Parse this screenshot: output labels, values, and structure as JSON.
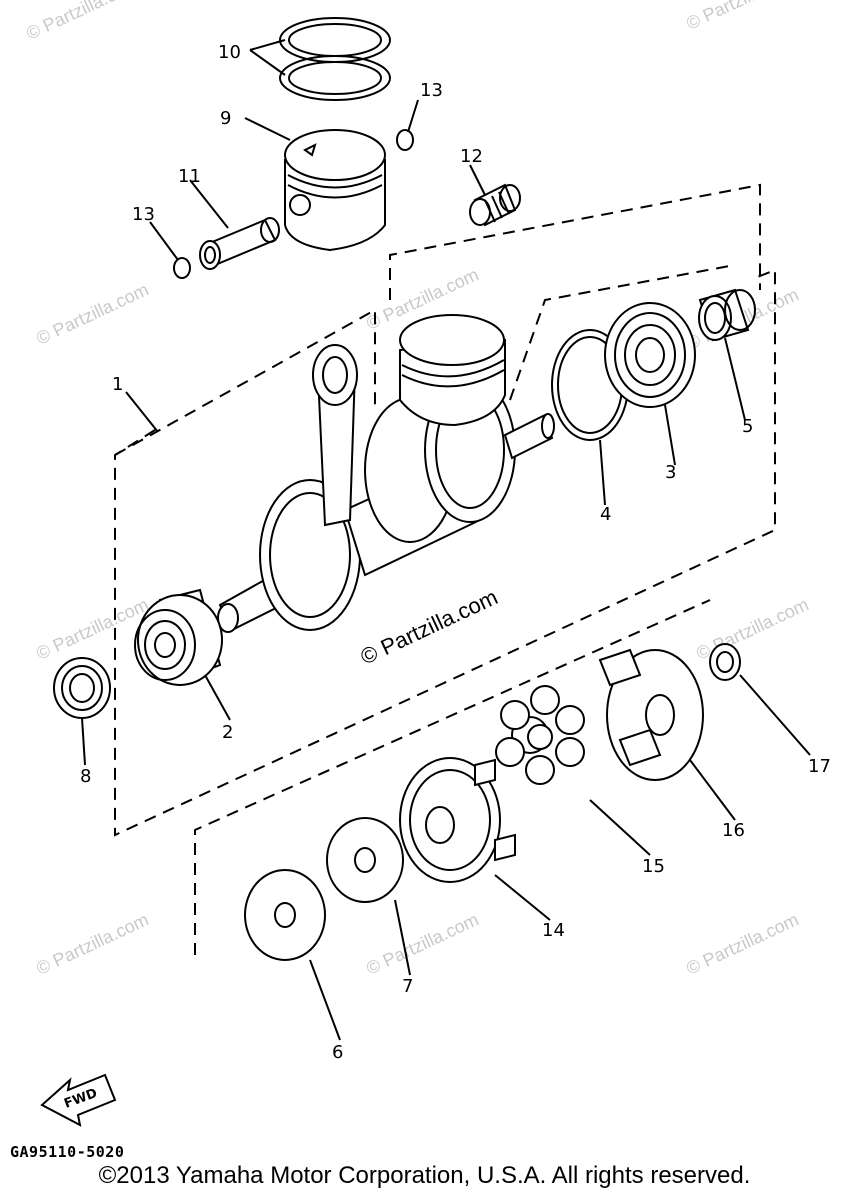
{
  "watermark": "© Partzilla.com",
  "watermark_center": "© Partzilla.com",
  "part_code": "GA95110-5020",
  "copyright": "©2013 Yamaha Motor Corporation, U.S.A. All rights reserved.",
  "fwd_label": "FWD",
  "callouts": [
    "1",
    "2",
    "3",
    "4",
    "5",
    "6",
    "7",
    "8",
    "9",
    "10",
    "11",
    "12",
    "13",
    "13",
    "14",
    "15",
    "16",
    "17"
  ]
}
